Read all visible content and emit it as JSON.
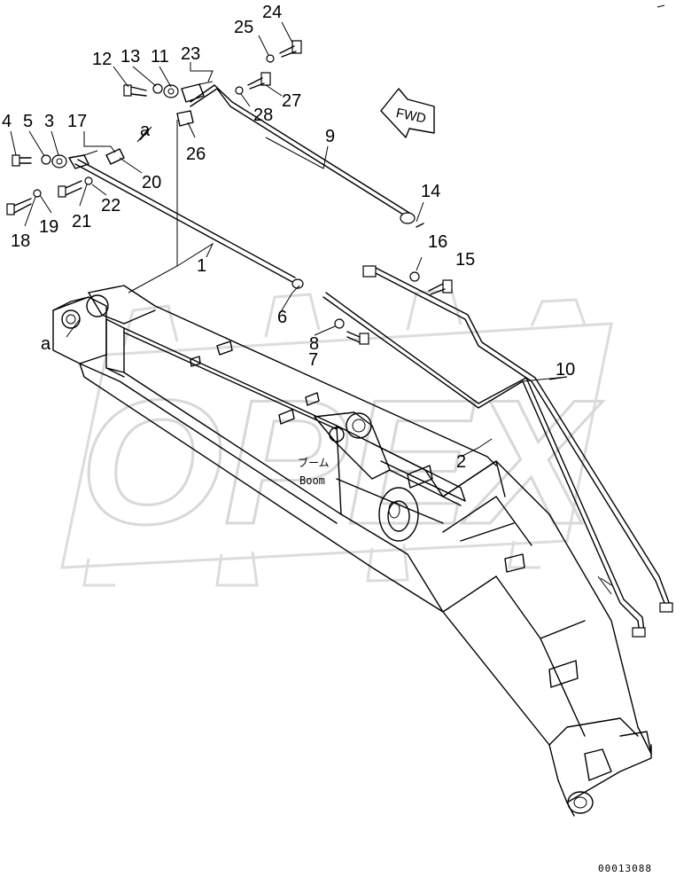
{
  "watermark": {
    "text": "OPEX"
  },
  "boom_label": {
    "japanese": "ブーム",
    "english": "Boom"
  },
  "direction_label": "FWD",
  "reference_marks": [
    "a",
    "a"
  ],
  "drawing_number": "00013088",
  "callouts": [
    "1",
    "2",
    "3",
    "4",
    "5",
    "6",
    "7",
    "8",
    "9",
    "10",
    "11",
    "12",
    "13",
    "14",
    "15",
    "16",
    "17",
    "18",
    "19",
    "20",
    "21",
    "22",
    "23",
    "24",
    "25",
    "26",
    "27",
    "28"
  ]
}
